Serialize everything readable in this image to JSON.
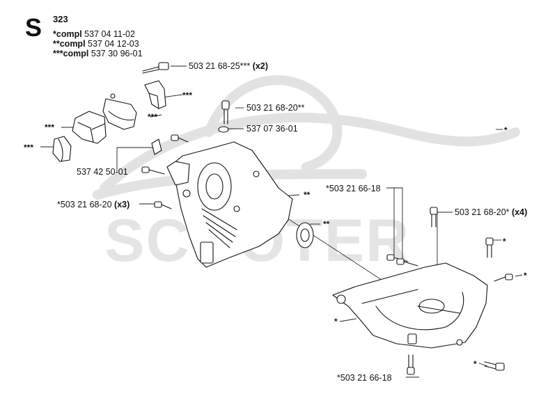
{
  "header": {
    "section_letter": "S",
    "page_number": "323",
    "compl": [
      {
        "mark": "*compl",
        "number": "537 04 11-02"
      },
      {
        "mark": "**compl",
        "number": "537 04 12-03"
      },
      {
        "mark": "***compl",
        "number": "537 30 96-01"
      }
    ]
  },
  "watermark": {
    "text": "SCOOTER"
  },
  "callouts": {
    "screw_top": {
      "number": "503 21 68-25***",
      "qty": "(x2)"
    },
    "bolt_upper": {
      "number": "503 21 68-20**"
    },
    "washer": {
      "number": "537 07 36-01"
    },
    "bracket": {
      "number": "537 42 50-01"
    },
    "screws_x3": {
      "number": "*503 21 68-20",
      "qty": "(x3)"
    },
    "bolts_right": {
      "number": "*503 21 66-18"
    },
    "bolts_x4": {
      "number": "503 21 68-20*",
      "qty": "(x4)"
    },
    "bolt_bottom": {
      "number": "*503 21 66-18"
    }
  },
  "marks": {
    "clip_top": "***",
    "cover_mid": "***",
    "bearing_left": "***",
    "bearing_far": "***",
    "crankcase": "**",
    "bearing_seal": "**",
    "bolt_r1": "*",
    "bolt_r2": "*",
    "lower_case": "*",
    "screw_lr": "*"
  }
}
